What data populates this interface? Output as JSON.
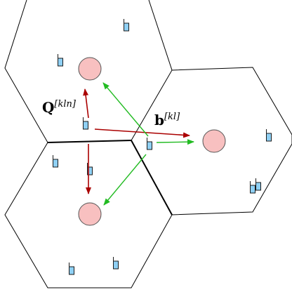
{
  "labels": {
    "q_label_main": "Q",
    "q_label_sup": "[kln]",
    "b_label_main": "b",
    "b_label_sup": "[kl]"
  },
  "colors": {
    "cell_stroke": "#000000",
    "base_station_fill": "#f8c0c0",
    "base_station_stroke": "#555555",
    "user_fill": "#8fd0f4",
    "user_stroke": "#1a1a1a",
    "red_arrow": "#aa0000",
    "green_arrow": "#22bb22"
  },
  "diagram": {
    "cells": 3,
    "base_stations": 3,
    "users": 11
  }
}
